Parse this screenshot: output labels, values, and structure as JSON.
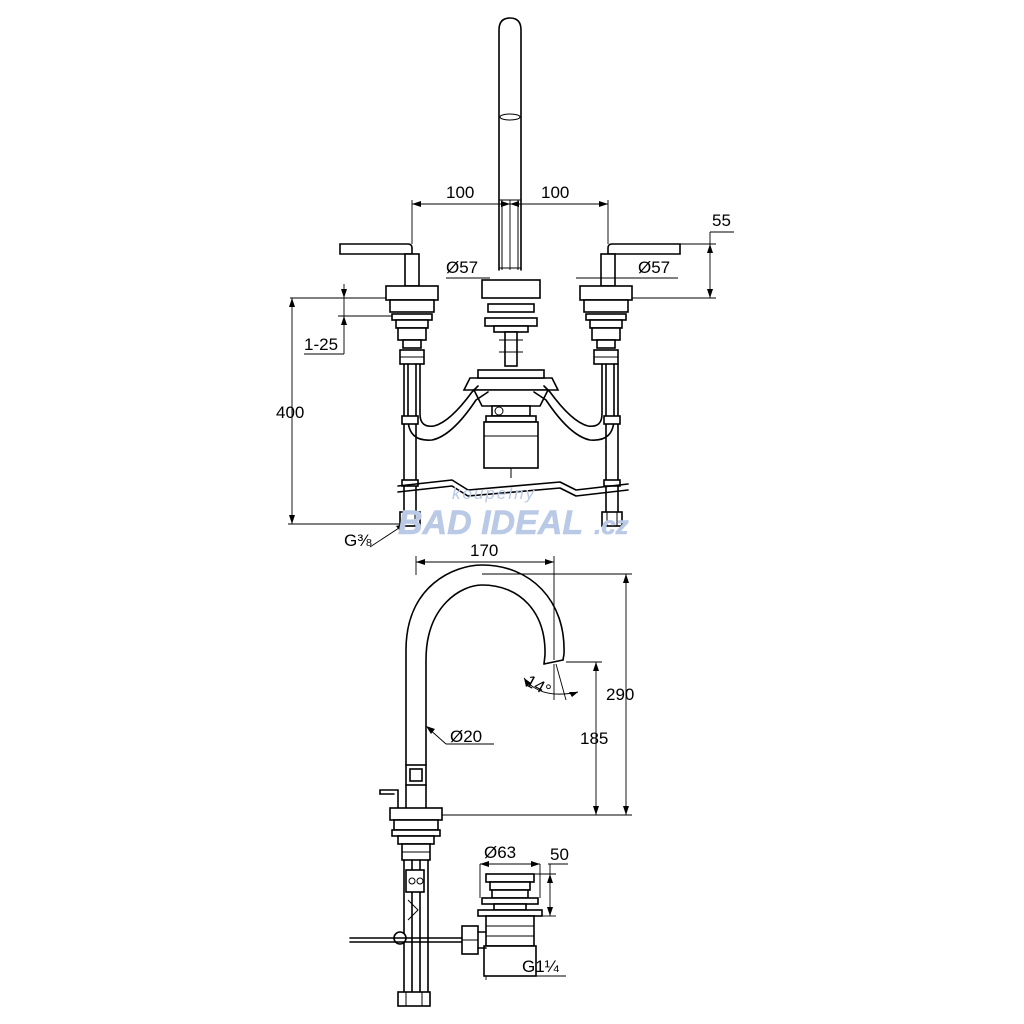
{
  "front_view": {
    "dim_spacing_left": "100",
    "dim_spacing_right": "100",
    "dim_handle_height": "55",
    "dim_dia_left": "Ø57",
    "dim_dia_right": "Ø57",
    "dim_deck_thickness": "1-25",
    "dim_hose_length": "400",
    "thread_hose": "G⅜"
  },
  "side_view": {
    "dim_spout_reach": "170",
    "dim_spout_height": "290",
    "dim_outlet_height": "185",
    "dim_spout_tube_dia": "Ø20",
    "dim_outlet_angle": "14°"
  },
  "waste_view": {
    "dim_waste_dia": "Ø63",
    "dim_waste_height": "50",
    "thread_waste": "G1¼"
  },
  "watermark": {
    "small_text": "koupelny",
    "big_text": "BAD IDEAL",
    "suffix": ".cz"
  }
}
